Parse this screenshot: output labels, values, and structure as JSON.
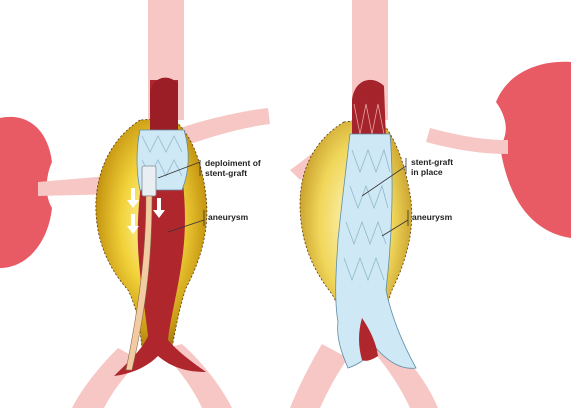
{
  "labels": {
    "deployment_line1": "deploiment of",
    "deployment_line2": "stent-graft",
    "aneurysm_left": "aneurysm",
    "stent_line1": "stent-graft",
    "stent_line2": "in place",
    "aneurysm_right": "aneurysm"
  },
  "colors": {
    "artery": "#f6c7c4",
    "kidney": "#e85a64",
    "blood": "#b0262d",
    "aneurysm_glow": "#e8b60f",
    "aneurysm_center": "#fff7b0",
    "stent_graft": "#cfe8f5",
    "stent_wire": "#8fb7cc",
    "catheter": "#f2cba3",
    "arrow": "#ffffff",
    "leader": "#333333"
  },
  "icons": {
    "flow_arrow": "down-arrow-icon",
    "kidney": "kidney-shape"
  }
}
